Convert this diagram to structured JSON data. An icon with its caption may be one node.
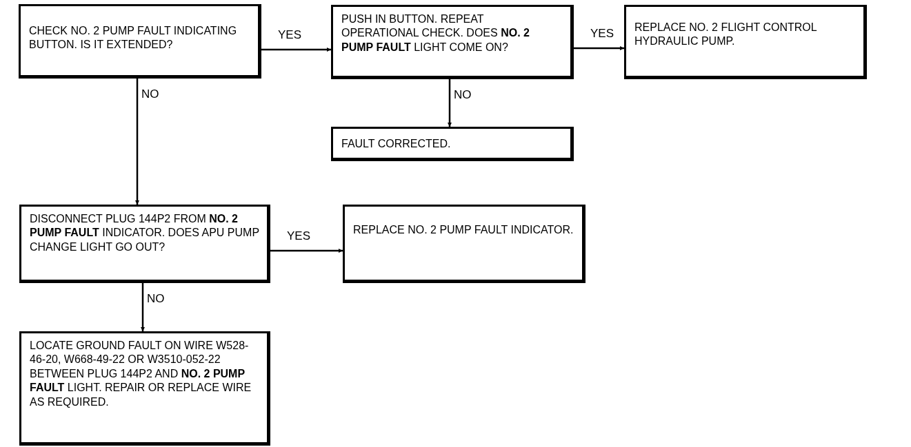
{
  "diagram": {
    "nodes": [
      {
        "text": [
          "CHECK NO. 2 PUMP FAULT INDICATING BUTTON. IS IT EXTENDED?"
        ]
      },
      {
        "text": [
          "PUSH IN BUTTON. REPEAT OPERATIONAL CHECK. DOES **NO. 2 PUMP FAULT** LIGHT COME ON?"
        ]
      },
      {
        "text": [
          "REPLACE NO. 2 FLIGHT CONTROL HYDRAULIC PUMP."
        ]
      },
      {
        "text": [
          "FAULT CORRECTED."
        ]
      },
      {
        "text": [
          "DISCONNECT PLUG 144P2 FROM **NO. 2 PUMP FAULT** INDICATOR. DOES APU PUMP CHANGE LIGHT GO OUT?"
        ]
      },
      {
        "text": [
          "REPLACE NO. 2 PUMP FAULT INDICATOR."
        ]
      },
      {
        "text": [
          "LOCATE GROUND FAULT ON WIRE W528-46-20, W668-49-22 OR W3510-052-22 BETWEEN PLUG 144P2 AND **NO. 2 PUMP FAULT** LIGHT. REPAIR OR REPLACE WIRE AS REQUIRED."
        ]
      }
    ],
    "edges": [
      {
        "from": 0,
        "to": 1,
        "arrow": "to",
        "label": "YES"
      },
      {
        "from": 1,
        "to": 2,
        "arrow": "to",
        "label": "YES"
      },
      {
        "from": 1,
        "to": 3,
        "arrow": "to",
        "label": "NO"
      },
      {
        "from": 0,
        "to": 4,
        "arrow": "to",
        "label": "NO"
      },
      {
        "from": 4,
        "to": 5,
        "arrow": "to",
        "label": "YES"
      },
      {
        "from": 4,
        "to": 6,
        "arrow": "to",
        "label": "NO"
      }
    ]
  }
}
